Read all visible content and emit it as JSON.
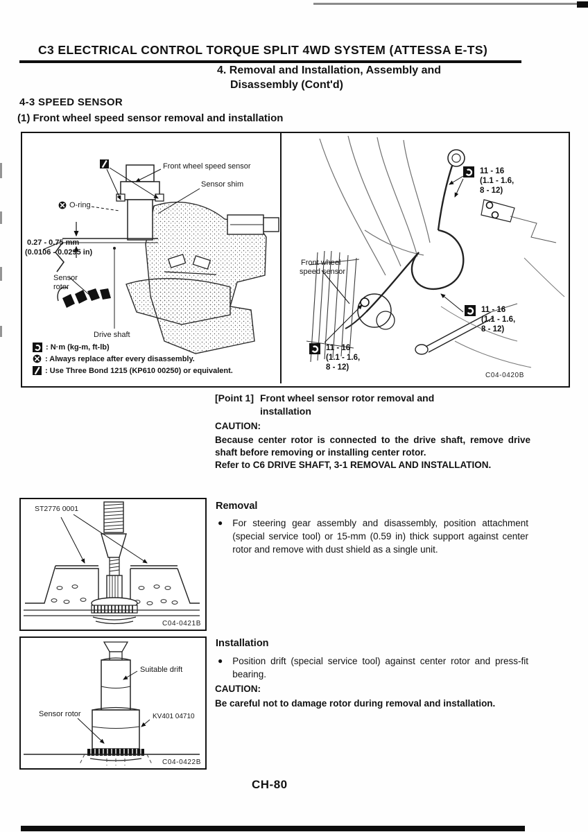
{
  "page": {
    "title": "C3 ELECTRICAL CONTROL TORQUE SPLIT 4WD SYSTEM (ATTESSA E-TS)",
    "subtitle_line1": "4. Removal and Installation, Assembly and",
    "subtitle_line2": "Disassembly (Cont'd)",
    "section": "4-3 SPEED SENSOR",
    "subsection": "(1) Front wheel speed sensor removal and installation",
    "page_number": "CH-80"
  },
  "main_figure": {
    "left_panel": {
      "label_speed_sensor": "Front wheel speed sensor",
      "label_sensor_shim": "Sensor shim",
      "label_oring": "O-ring",
      "dim_mm": "0.27 - 0.75 mm",
      "dim_in": "(0.0106 - 0.0295 in)",
      "label_sensor_rotor_line1": "Sensor",
      "label_sensor_rotor_line2": "rotor",
      "label_drive_shaft": "Drive shaft",
      "legend": [
        {
          "icon": "torque-wrench-icon",
          "text": ": N·m (kg-m, ft-lb)"
        },
        {
          "icon": "replace-part-icon",
          "text": ": Always replace after every disassembly."
        },
        {
          "icon": "sealant-icon",
          "text": ": Use Three Bond 1215 (KP610 00250) or equivalent."
        }
      ]
    },
    "right_panel": {
      "label_speed_sensor_line1": "Front wheel",
      "label_speed_sensor_line2": "speed sensor",
      "torque_callouts": [
        {
          "line1": "11 - 16",
          "line2": "(1.1 - 1.6,",
          "line3": "8 - 12)"
        },
        {
          "line1": "11 - 16",
          "line2": "(1.1 - 1.6,",
          "line3": "8 - 12)"
        },
        {
          "line1": "11 - 16",
          "line2": "(1.1 - 1.6,",
          "line3": "8 - 12)"
        }
      ],
      "fig_ref": "C04-0420B"
    }
  },
  "point1": {
    "label": "[Point 1]",
    "title_line1": "Front wheel sensor rotor removal and",
    "title_line2": "installation",
    "caution_label": "CAUTION:",
    "caution_text1": "Because center rotor is connected to the drive shaft, remove drive shaft before removing or installing center rotor.",
    "caution_text2": "Refer to C6 DRIVE SHAFT, 3-1 REMOVAL AND INSTALLATION."
  },
  "removal": {
    "heading": "Removal",
    "bullet_marker": "●",
    "bullet": "For steering gear assembly and disassembly, position attachment (special service tool) or 15-mm (0.59 in) thick support against center rotor and remove with dust shield as a single unit."
  },
  "installation": {
    "heading": "Installation",
    "bullet_marker": "●",
    "bullet": "Position drift (special service tool) against center rotor and press-fit bearing.",
    "caution_label": "CAUTION:",
    "caution_text": "Be careful not to damage rotor during removal and installation."
  },
  "press_figure": {
    "tool_label": "ST2776 0001",
    "fig_ref": "C04-0421B"
  },
  "drift_figure": {
    "label_drift": "Suitable drift",
    "label_sensor_rotor": "Sensor rotor",
    "tool_label": "KV401 04710",
    "fig_ref": "C04-0422B"
  }
}
